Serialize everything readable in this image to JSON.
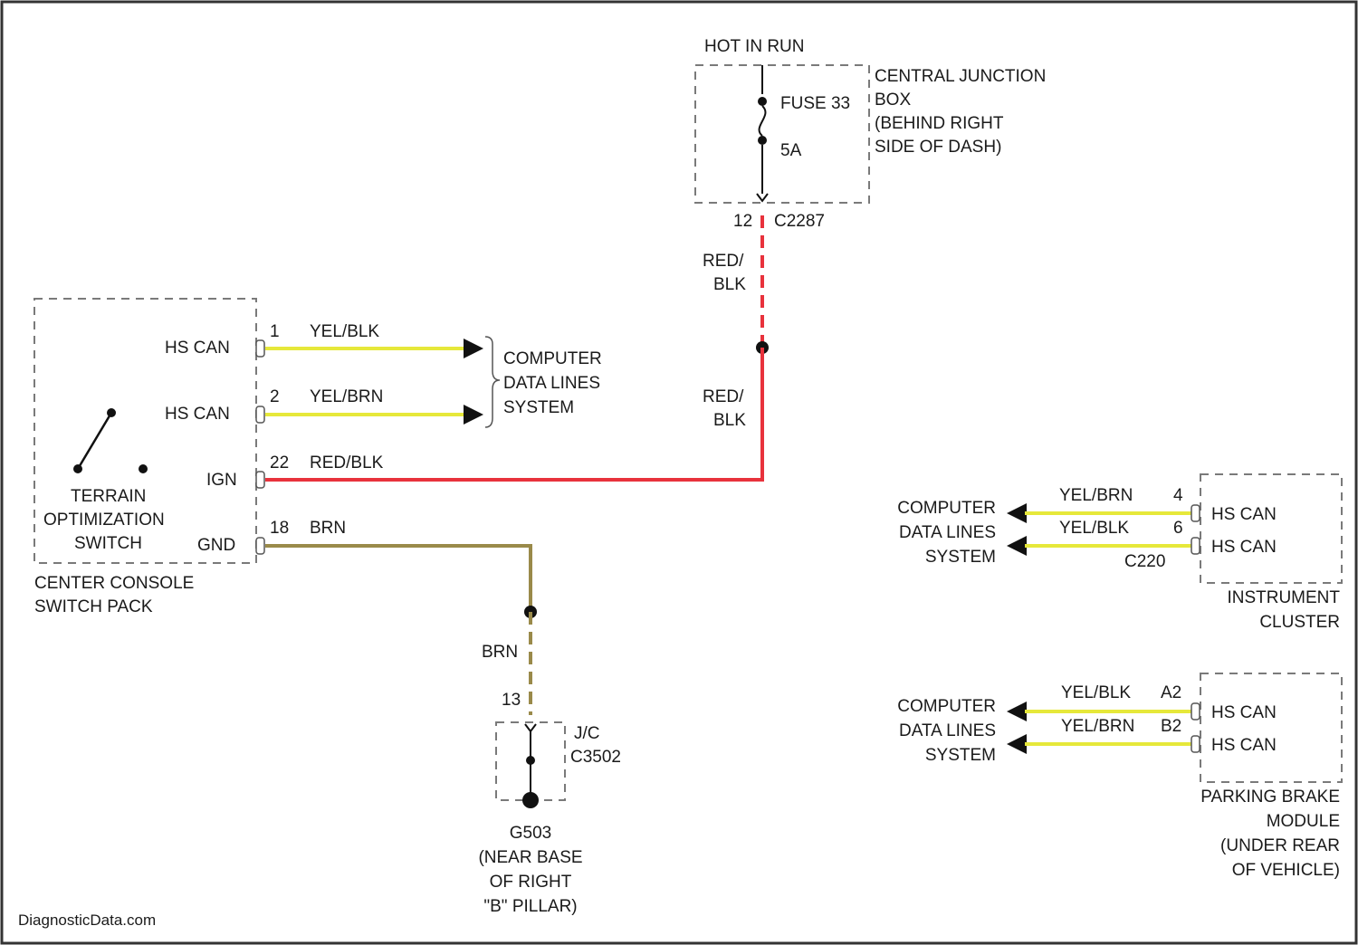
{
  "colors": {
    "yel": "#e6e83a",
    "red": "#e8323c",
    "brn": "#9a8a4a",
    "ink": "#111111",
    "box": "#7a7a7a"
  },
  "fuse_box": {
    "hot_label": "HOT IN RUN",
    "fuse_name": "FUSE 33",
    "fuse_rating": "5A",
    "location_lines": [
      "CENTRAL JUNCTION",
      "BOX",
      "(BEHIND RIGHT",
      "SIDE OF DASH)"
    ],
    "pin": "12",
    "connector": "C2287"
  },
  "switch": {
    "pins": [
      {
        "label": "HS CAN",
        "pin": "1",
        "wire": "YEL/BLK"
      },
      {
        "label": "HS CAN",
        "pin": "2",
        "wire": "YEL/BRN"
      },
      {
        "label": "IGN",
        "pin": "22",
        "wire": "RED/BLK"
      },
      {
        "label": "GND",
        "pin": "18",
        "wire": "BRN"
      }
    ],
    "name_lines": [
      "TERRAIN",
      "OPTIMIZATION",
      "SWITCH"
    ],
    "location_lines": [
      "CENTER CONSOLE",
      "SWITCH PACK"
    ]
  },
  "cdl_left_lines": [
    "COMPUTER",
    "DATA LINES",
    "SYSTEM"
  ],
  "red_wire": {
    "upper_lines": [
      "RED/",
      "BLK"
    ],
    "lower_lines": [
      "RED/",
      "BLK"
    ]
  },
  "ground": {
    "wire": "BRN",
    "pin": "13",
    "jc_lines": [
      "J/C",
      "C3502"
    ],
    "ground_lines": [
      "G503",
      "(NEAR BASE",
      "OF RIGHT",
      "\"B\" PILLAR)"
    ]
  },
  "instrument_cluster": {
    "cdl_lines": [
      "COMPUTER",
      "DATA LINES",
      "SYSTEM"
    ],
    "wires": [
      {
        "wire": "YEL/BRN",
        "pin": "4",
        "label": "HS CAN"
      },
      {
        "wire": "YEL/BLK",
        "pin": "6",
        "label": "HS CAN"
      }
    ],
    "connector": "C220",
    "name_lines": [
      "INSTRUMENT",
      "CLUSTER"
    ]
  },
  "parking_brake": {
    "cdl_lines": [
      "COMPUTER",
      "DATA LINES",
      "SYSTEM"
    ],
    "wires": [
      {
        "wire": "YEL/BLK",
        "pin": "A2",
        "label": "HS CAN"
      },
      {
        "wire": "YEL/BRN",
        "pin": "B2",
        "label": "HS CAN"
      }
    ],
    "name_lines": [
      "PARKING BRAKE",
      "MODULE",
      "(UNDER REAR",
      "OF VEHICLE)"
    ]
  },
  "watermark": "DiagnosticData.com"
}
